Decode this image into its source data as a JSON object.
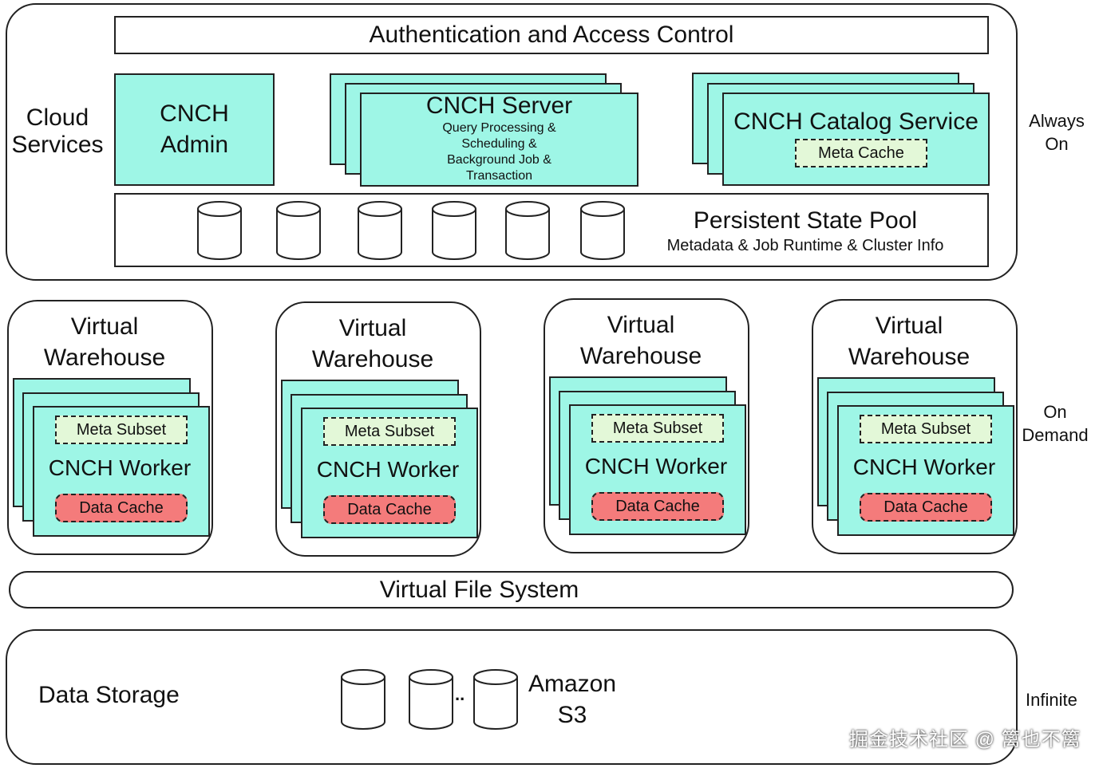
{
  "cloud": {
    "label": "Cloud\nServices",
    "auth": "Authentication and Access Control",
    "admin": "CNCH\nAdmin",
    "server_title": "CNCH Server",
    "server_desc": "Query Processing &\nScheduling &\nBackground Job &\nTransaction",
    "catalog_title": "CNCH Catalog Service",
    "meta_cache": "Meta Cache",
    "pool_title": "Persistent State Pool",
    "pool_desc": "Metadata & Job Runtime & Cluster Info",
    "side_label": "Always\nOn"
  },
  "warehouses": [
    {
      "title": "Virtual\nWarehouse",
      "meta": "Meta Subset",
      "worker": "CNCH Worker",
      "cache": "Data Cache"
    },
    {
      "title": "Virtual\nWarehouse",
      "meta": "Meta Subset",
      "worker": "CNCH Worker",
      "cache": "Data Cache"
    },
    {
      "title": "Virtual\nWarehouse",
      "meta": "Meta Subset",
      "worker": "CNCH Worker",
      "cache": "Data Cache"
    },
    {
      "title": "Virtual\nWarehouse",
      "meta": "Meta Subset",
      "worker": "CNCH Worker",
      "cache": "Data Cache"
    }
  ],
  "compute_side_label": "On\nDemand",
  "vfs": "Virtual File System",
  "storage": {
    "label": "Data Storage",
    "ellipsis": "..",
    "s3": "Amazon\nS3",
    "side_label": "Infinite"
  },
  "watermark": "掘金技术社区 @ 篱也不篱"
}
